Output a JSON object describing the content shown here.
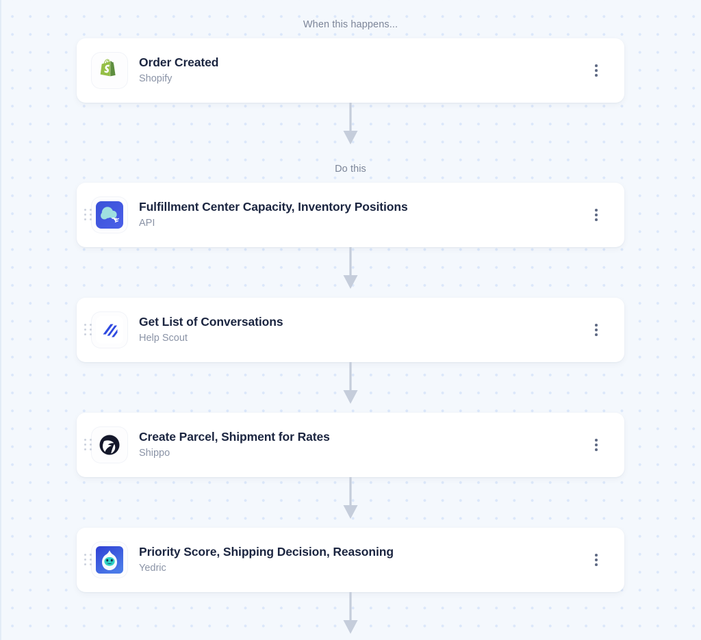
{
  "flow": {
    "trigger_label": "When this happens...",
    "action_label": "Do this",
    "accent_color": "#3b5bdb",
    "background_color": "#f4f8fd",
    "dot_color": "#dbe7fa",
    "title_color": "#1b2540",
    "subtitle_color": "#8a93a6",
    "arrow_color": "#c5cddb",
    "steps": [
      {
        "title": "Order Created",
        "app": "Shopify",
        "icon": "shopify-icon",
        "has_drag_handle": false,
        "menu_icon": "kebab-menu-icon"
      },
      {
        "title": "Fulfillment Center Capacity, Inventory Positions",
        "app": "API",
        "icon": "api-cloud-plug-icon",
        "has_drag_handle": true,
        "menu_icon": "kebab-menu-icon"
      },
      {
        "title": "Get List of Conversations",
        "app": "Help Scout",
        "icon": "help-scout-icon",
        "has_drag_handle": true,
        "menu_icon": "kebab-menu-icon"
      },
      {
        "title": "Create Parcel, Shipment for Rates",
        "app": "Shippo",
        "icon": "shippo-icon",
        "has_drag_handle": true,
        "menu_icon": "kebab-menu-icon"
      },
      {
        "title": "Priority Score, Shipping Decision, Reasoning",
        "app": "Yedric",
        "icon": "yedric-icon",
        "has_drag_handle": true,
        "menu_icon": "kebab-menu-icon"
      }
    ],
    "connectors": [
      {
        "name": "arrow-down-icon"
      },
      {
        "name": "arrow-down-icon"
      },
      {
        "name": "arrow-down-icon"
      },
      {
        "name": "arrow-down-icon"
      },
      {
        "name": "arrow-down-icon"
      }
    ]
  }
}
